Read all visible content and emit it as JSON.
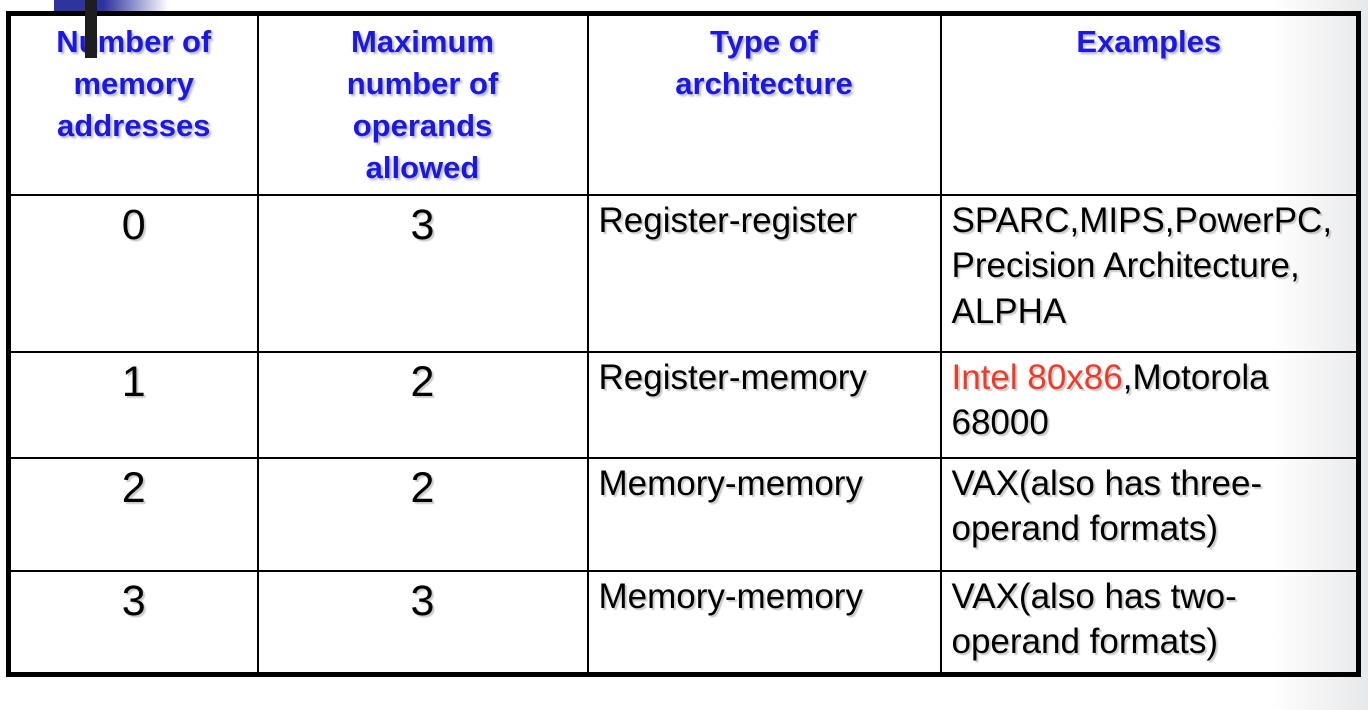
{
  "colors": {
    "header_text": "#1b18e0",
    "body_text": "#000000",
    "highlight_red": "#ee3a28",
    "table_border": "#000000",
    "accent_bar": "#2d339f",
    "title_stem": "#1e1e1e",
    "background_shade": "#e7e8ea"
  },
  "table": {
    "columns": [
      {
        "label": "Number of\nmemory\naddresses"
      },
      {
        "label": "Maximum\nnumber of\noperands\nallowed"
      },
      {
        "label": "Type of\narchitecture"
      },
      {
        "label": "Examples"
      }
    ],
    "rows": [
      {
        "memory_addresses": "0",
        "max_operands": "3",
        "architecture": "Register-register",
        "examples": [
          {
            "text": "SPARC,MIPS,PowerPC,\nPrecision Architecture,\nALPHA",
            "color": "#000000"
          }
        ]
      },
      {
        "memory_addresses": "1",
        "max_operands": "2",
        "architecture": "Register-memory",
        "examples": [
          {
            "text": "Intel 80x86",
            "color": "#ee3a28"
          },
          {
            "text": ",Motorola\n68000",
            "color": "#000000"
          }
        ]
      },
      {
        "memory_addresses": "2",
        "max_operands": "2",
        "architecture": "Memory-memory",
        "examples": [
          {
            "text": "VAX(also has three-\noperand formats)",
            "color": "#000000"
          }
        ]
      },
      {
        "memory_addresses": "3",
        "max_operands": "3",
        "architecture": "Memory-memory",
        "examples": [
          {
            "text": "VAX(also has two-\noperand formats)",
            "color": "#000000"
          }
        ]
      }
    ]
  }
}
